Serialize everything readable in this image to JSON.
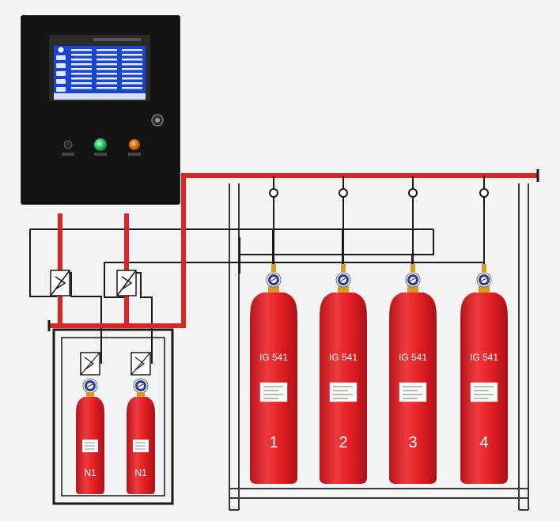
{
  "colors": {
    "background": "#f4f4f4",
    "pipe": "#e02424",
    "cylinder": "#e31e24",
    "cylinder_shade": "#b5151a",
    "panel": "#141414",
    "screen": "#1a47c9",
    "wire": "#1a1a1a",
    "rack": "#3a3a3a",
    "lamp_green": "#2fd36b",
    "lamp_orange": "#e07a10",
    "valve_brass": "#d99a1e",
    "gauge_blue": "#1f3f96"
  },
  "icons": {
    "panel_knob": "lock-knob-icon",
    "gauge": "pressure-gauge-icon",
    "actuator": "solenoid-actuator-icon",
    "check_valve": "check-valve-icon"
  },
  "control_panel": {
    "status_lamps": [
      "off",
      "green",
      "orange"
    ]
  },
  "main_cylinders": [
    {
      "agent": "IG 541",
      "number": "1"
    },
    {
      "agent": "IG 541",
      "number": "2"
    },
    {
      "agent": "IG 541",
      "number": "3"
    },
    {
      "agent": "IG 541",
      "number": "4"
    }
  ],
  "pilot_cylinders": [
    {
      "gas": "N1"
    },
    {
      "gas": "N1"
    }
  ]
}
